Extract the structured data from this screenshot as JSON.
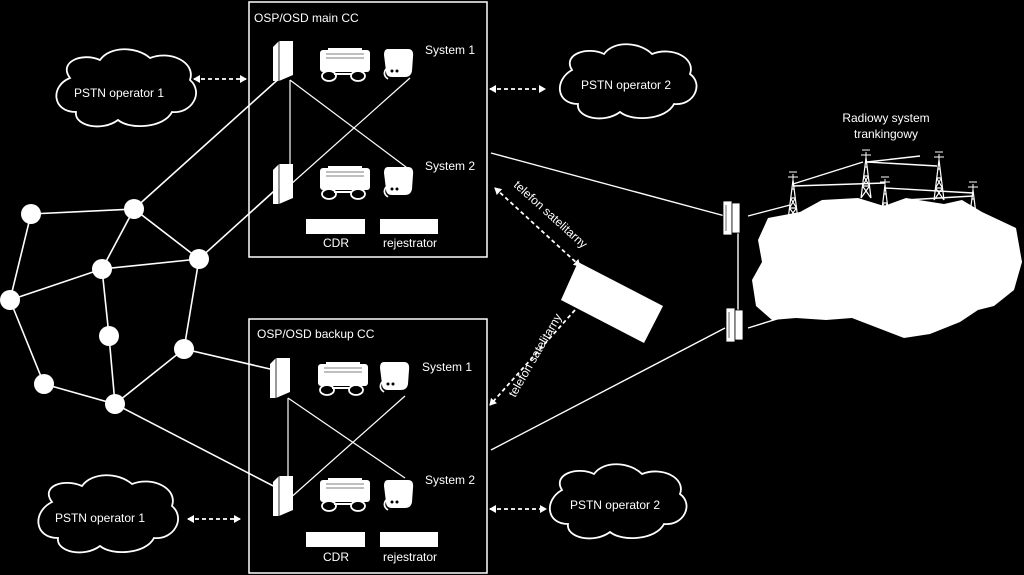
{
  "colors": {
    "background": "#000000",
    "foreground": "#ffffff",
    "text_on_light": "#000000"
  },
  "main_cc": {
    "title": "OSP/OSD main CC",
    "system1_label": "System 1",
    "system2_label": "System 2",
    "cdr_label": "CDR",
    "recorder_label": "rejestrator"
  },
  "backup_cc": {
    "title": "OSP/OSD backup CC",
    "system1_label": "System 1",
    "system2_label": "System 2",
    "cdr_label": "CDR",
    "recorder_label": "rejestrator"
  },
  "clouds": {
    "pstn_op1_top": "PSTN operator 1",
    "pstn_op2_top": "PSTN operator 2",
    "pstn_op1_bottom": "PSTN operator 1",
    "pstn_op2_bottom": "PSTN operator 2"
  },
  "satellite": {
    "link_top_label": "telefon satelitarny",
    "link_bottom_label": "telefon satelitarny"
  },
  "trunking": {
    "title_line1": "Radiowy system",
    "title_line2": "trankingowy"
  },
  "icons": [
    "switch-icon",
    "fax-icon",
    "phone-icon",
    "antenna-tower-icon",
    "satellite-terminal-icon",
    "radio-interface-icon"
  ]
}
